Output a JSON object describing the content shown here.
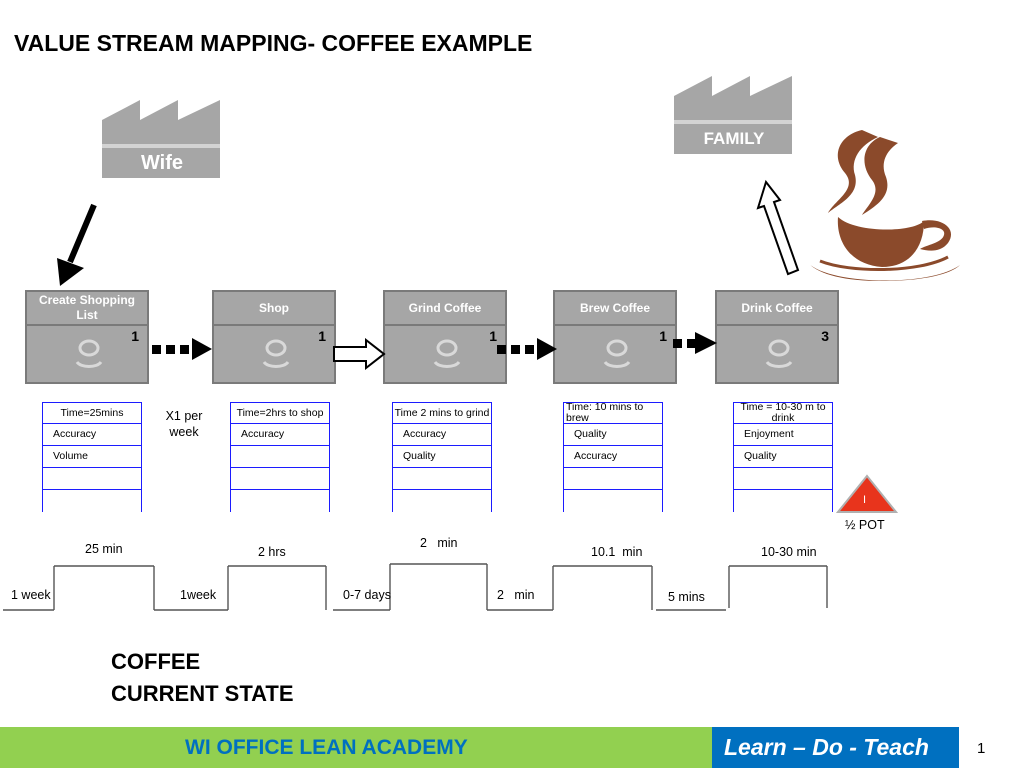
{
  "title": "VALUE STREAM MAPPING- COFFEE EXAMPLE",
  "supplier": {
    "label": "Wife"
  },
  "customer": {
    "label": "FAMILY"
  },
  "processes": [
    {
      "name": "Create Shopping List",
      "count": "1"
    },
    {
      "name": "Shop",
      "count": "1"
    },
    {
      "name": "Grind Coffee",
      "count": "1"
    },
    {
      "name": "Brew Coffee",
      "count": "1"
    },
    {
      "name": "Drink Coffee",
      "count": "3"
    }
  ],
  "data_boxes": [
    {
      "rows": [
        "Time=25mins",
        "Accuracy",
        "Volume",
        "",
        ""
      ]
    },
    {
      "rows": [
        "Time=2hrs to shop",
        "Accuracy",
        "",
        "",
        ""
      ]
    },
    {
      "rows": [
        "Time 2 mins to grind",
        "Accuracy",
        "Quality",
        "",
        ""
      ]
    },
    {
      "rows": [
        "Time: 10 mins to brew",
        "Quality",
        "Accuracy",
        "",
        ""
      ]
    },
    {
      "rows": [
        "Time = 10-30 m to drink",
        "Enjoyment",
        "Quality",
        "",
        ""
      ]
    }
  ],
  "frequency_note": "X1 per week",
  "inventory": {
    "symbol": "I",
    "label": "½ POT"
  },
  "timeline": {
    "process_times": [
      "25 min",
      "2 hrs",
      "2   min",
      "10.1  min",
      "10-30 min"
    ],
    "wait_times": [
      "1 week",
      "1week",
      "0-7 days",
      "2   min",
      "5 mins"
    ]
  },
  "state_label": {
    "line1": "COFFEE",
    "line2": "CURRENT STATE"
  },
  "footer": {
    "academy": "WI OFFICE LEAN ACADEMY",
    "tagline": "Learn – Do - Teach",
    "page": "1"
  },
  "colors": {
    "process_fill": "#a6a6a6",
    "data_border": "#1c1cff",
    "footer_green": "#92d050",
    "footer_blue": "#0070c0",
    "coffee": "#8b4a2b",
    "inventory": "#e8341c"
  }
}
